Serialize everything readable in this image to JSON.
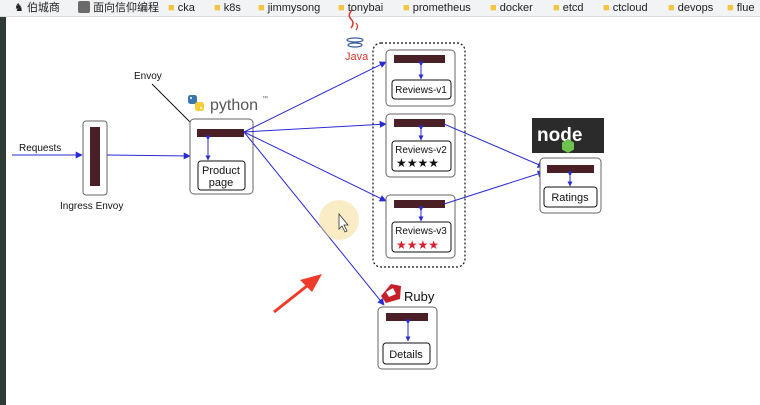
{
  "bookmarks": [
    {
      "label": "伯城商",
      "icon": "app-icon"
    },
    {
      "label": "面向信仰编程",
      "icon": "avatar-icon"
    },
    {
      "label": "cka",
      "icon": "folder-icon"
    },
    {
      "label": "k8s",
      "icon": "folder-icon"
    },
    {
      "label": "jimmysong",
      "icon": "folder-icon"
    },
    {
      "label": "tonybai",
      "icon": "folder-icon"
    },
    {
      "label": "prometheus",
      "icon": "folder-icon"
    },
    {
      "label": "docker",
      "icon": "folder-icon"
    },
    {
      "label": "etcd",
      "icon": "folder-icon"
    },
    {
      "label": "ctcloud",
      "icon": "folder-icon"
    },
    {
      "label": "devops",
      "icon": "folder-icon"
    },
    {
      "label": "flue",
      "icon": "folder-icon"
    }
  ],
  "diagram": {
    "requests_label": "Requests",
    "envoy_label": "Envoy",
    "ingress_label": "Ingress Envoy",
    "python_label": "python",
    "java_label": "Java",
    "ruby_label": "Ruby",
    "node_label": "node",
    "productpage_line1": "Product",
    "productpage_line2": "page",
    "reviews_v1": "Reviews-v1",
    "reviews_v2": "Reviews-v2",
    "reviews_v3": "Reviews-v3",
    "ratings": "Ratings",
    "details": "Details",
    "stars": "★★★★",
    "colors": {
      "arrow": "#2a2ad2",
      "sidecar": "#4a1f25",
      "red_stars": "#d8202f",
      "black_stars": "#111111",
      "annotation_arrow": "#ee3b2a"
    }
  }
}
